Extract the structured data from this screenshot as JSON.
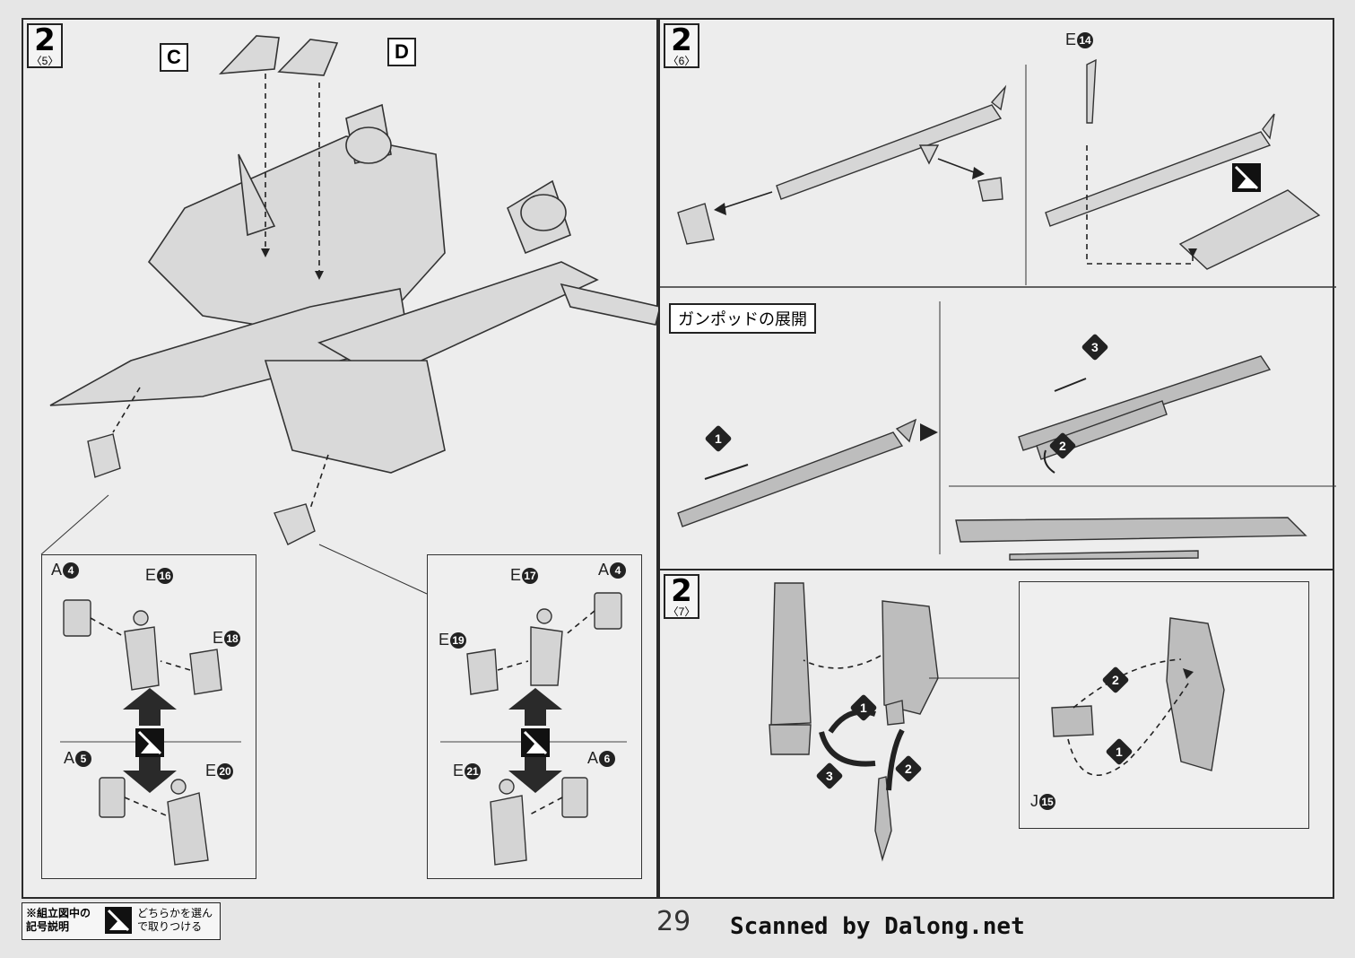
{
  "steps": {
    "s5": {
      "num": "2",
      "sub": "〈5〉"
    },
    "s6": {
      "num": "2",
      "sub": "〈6〉"
    },
    "s7": {
      "num": "2",
      "sub": "〈7〉"
    }
  },
  "parts": {
    "C": "C",
    "D": "D",
    "E14": {
      "letter": "E",
      "num": "14"
    },
    "A4_left": {
      "letter": "A",
      "num": "4"
    },
    "E16": {
      "letter": "E",
      "num": "16"
    },
    "E18": {
      "letter": "E",
      "num": "18"
    },
    "A5": {
      "letter": "A",
      "num": "5"
    },
    "E20": {
      "letter": "E",
      "num": "20"
    },
    "E17": {
      "letter": "E",
      "num": "17"
    },
    "A4_right": {
      "letter": "A",
      "num": "4"
    },
    "E19": {
      "letter": "E",
      "num": "19"
    },
    "E21": {
      "letter": "E",
      "num": "21"
    },
    "A6": {
      "letter": "A",
      "num": "6"
    },
    "J15": {
      "letter": "J",
      "num": "15"
    }
  },
  "gunpod_title": "ガンポッドの展開",
  "sequence_numbers": {
    "gun_1": "1",
    "gun_2": "2",
    "gun_3": "3",
    "arm_1": "1",
    "arm_2": "2",
    "arm_3": "3",
    "sub_1": "1",
    "sub_2": "2"
  },
  "legend": {
    "label": "※組立図中の記号説明",
    "icon_text": "どちらかを選んで取りつける"
  },
  "page_number": "29",
  "scan_credit": "Scanned by Dalong.net"
}
